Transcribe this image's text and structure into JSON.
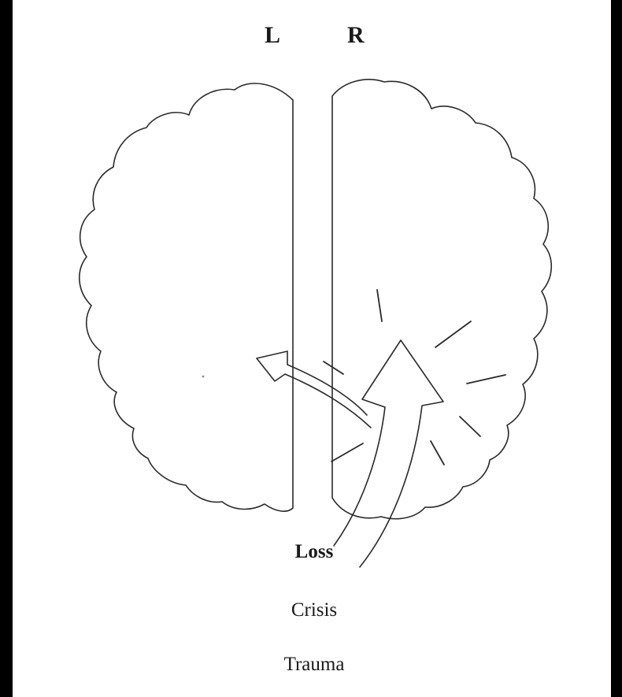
{
  "hemispheres": {
    "left_label": "L",
    "right_label": "R"
  },
  "causes": {
    "loss": "Loss",
    "crisis": "Crisis",
    "trauma": "Trauma"
  },
  "colors": {
    "background_border": "#000000",
    "paper": "#ffffff",
    "ink": "#2a2a2a"
  }
}
